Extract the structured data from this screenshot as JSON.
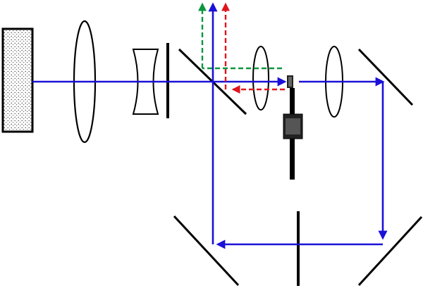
{
  "diagram": {
    "type": "optical-setup",
    "background": "#ffffff",
    "colors": {
      "main_beam": "#1a10d8",
      "red_beam": "#e0141e",
      "green_beam": "#0c9640",
      "optics": "#000000"
    },
    "components": [
      {
        "name": "light-source",
        "kind": "textured block"
      },
      {
        "name": "convex-lens-large",
        "kind": "biconvex lens"
      },
      {
        "name": "concave-lens",
        "kind": "biconcave lens"
      },
      {
        "name": "aperture-plate",
        "kind": "vertical plate"
      },
      {
        "name": "beam-splitter",
        "kind": "diagonal splitter"
      },
      {
        "name": "convex-lens-2",
        "kind": "biconvex lens"
      },
      {
        "name": "sample-holder",
        "kind": "vertical rod with target"
      },
      {
        "name": "convex-lens-3",
        "kind": "biconvex lens"
      },
      {
        "name": "mirror-top-right",
        "kind": "diagonal mirror"
      },
      {
        "name": "mirror-bottom-right",
        "kind": "diagonal mirror"
      },
      {
        "name": "plate-bottom",
        "kind": "vertical plate"
      },
      {
        "name": "mirror-bottom-left",
        "kind": "diagonal mirror"
      }
    ],
    "beams": [
      {
        "name": "main-beam",
        "color": "main_beam",
        "style": "solid"
      },
      {
        "name": "return-red-beam",
        "color": "red_beam",
        "style": "dashed"
      },
      {
        "name": "return-green-beam",
        "color": "green_beam",
        "style": "dashed"
      }
    ]
  }
}
